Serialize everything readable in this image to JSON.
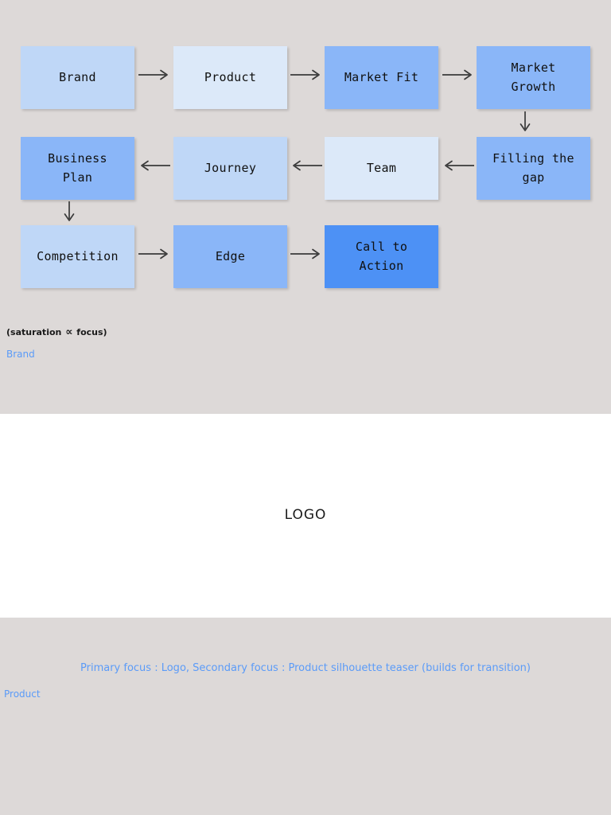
{
  "slide_top": {
    "background_color": "#ddd9d8",
    "diagram": {
      "type": "flowchart",
      "legend_note_prefix": "(saturation ",
      "legend_note_symbol": "∝",
      "legend_note_suffix": " focus)",
      "slide_label": "Brand",
      "nodes": [
        {
          "id": "brand",
          "label": "Brand",
          "color": "#bfd7f7",
          "row": 1,
          "col": 1
        },
        {
          "id": "product",
          "label": "Product",
          "color": "#dce9f9",
          "row": 1,
          "col": 2
        },
        {
          "id": "market-fit",
          "label": "Market Fit",
          "color": "#8ab6f8",
          "row": 1,
          "col": 3
        },
        {
          "id": "market-growth",
          "label": "Market\nGrowth",
          "color": "#8ab6f8",
          "row": 1,
          "col": 4
        },
        {
          "id": "business-plan",
          "label": "Business\nPlan",
          "color": "#8ab6f8",
          "row": 2,
          "col": 1
        },
        {
          "id": "journey",
          "label": "Journey",
          "color": "#bfd7f7",
          "row": 2,
          "col": 2
        },
        {
          "id": "team",
          "label": "Team",
          "color": "#dce9f9",
          "row": 2,
          "col": 3
        },
        {
          "id": "filling-gap",
          "label": "Filling the\ngap",
          "color": "#8ab6f8",
          "row": 2,
          "col": 4
        },
        {
          "id": "competition",
          "label": "Competition",
          "color": "#bfd7f7",
          "row": 3,
          "col": 1
        },
        {
          "id": "edge",
          "label": "Edge",
          "color": "#8ab6f8",
          "row": 3,
          "col": 2
        },
        {
          "id": "call-to-action",
          "label": "Call to\nAction",
          "color": "#4d91f5",
          "row": 3,
          "col": 3
        }
      ],
      "edges": [
        {
          "from": "brand",
          "to": "product",
          "direction": "right"
        },
        {
          "from": "product",
          "to": "market-fit",
          "direction": "right"
        },
        {
          "from": "market-fit",
          "to": "market-growth",
          "direction": "right"
        },
        {
          "from": "market-growth",
          "to": "filling-gap",
          "direction": "down"
        },
        {
          "from": "filling-gap",
          "to": "team",
          "direction": "left"
        },
        {
          "from": "team",
          "to": "journey",
          "direction": "left"
        },
        {
          "from": "journey",
          "to": "business-plan",
          "direction": "left"
        },
        {
          "from": "business-plan",
          "to": "competition",
          "direction": "down"
        },
        {
          "from": "competition",
          "to": "edge",
          "direction": "right"
        },
        {
          "from": "edge",
          "to": "call-to-action",
          "direction": "right"
        }
      ],
      "arrow_color": "#3a3a3a"
    }
  },
  "slide_logo": {
    "background_color": "#ffffff",
    "logo_text": "LOGO"
  },
  "slide_bottom": {
    "background_color": "#ddd9d8",
    "focus_note": "Primary focus : Logo, Secondary focus : Product silhouette teaser (builds for transition)",
    "slide_label": "Product",
    "link_color": "#5b9bf8"
  }
}
